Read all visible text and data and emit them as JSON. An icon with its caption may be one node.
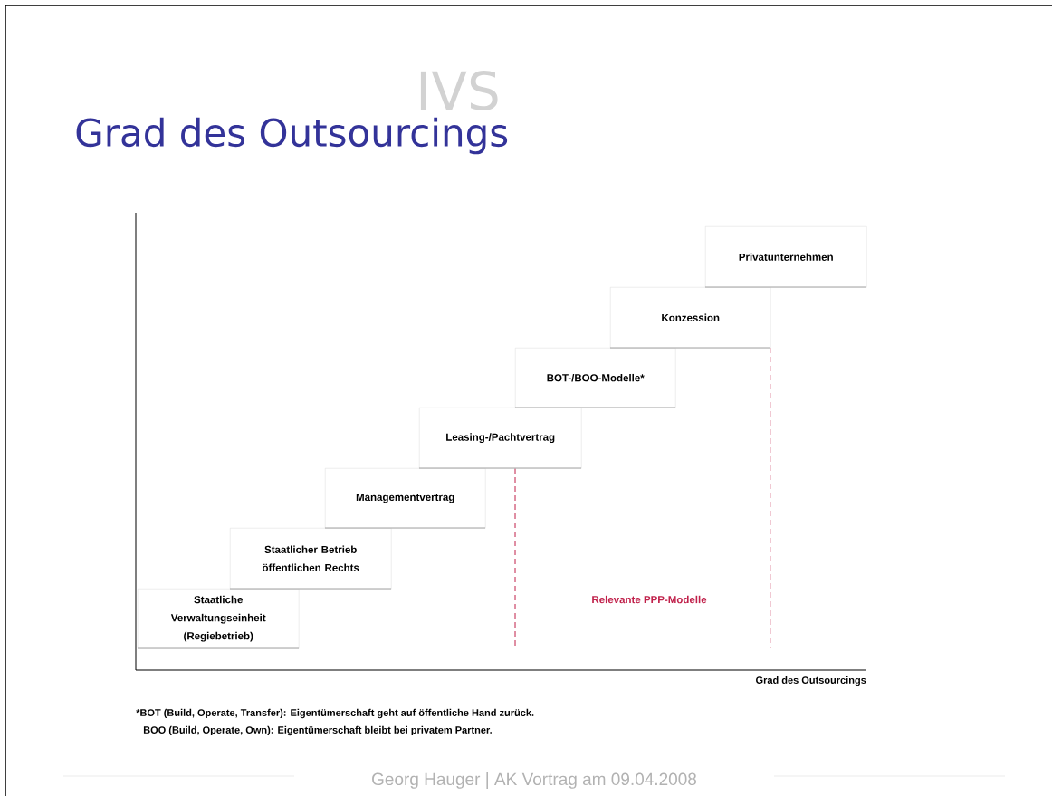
{
  "diagram": {
    "title": "Grad des Outsourcings",
    "nodes": [
      {
        "text": [
          "Staatliche Verwaltungseinheit (Regiebetrieb)"
        ]
      },
      {
        "text": [
          "Staatlicher Betrieb öffentlichen Rechts"
        ]
      },
      {
        "text": [
          "Managementvertrag"
        ]
      },
      {
        "text": [
          "Leasing-/Pachtvertrag"
        ]
      },
      {
        "text": [
          "BOT-/BOO-Modelle*"
        ]
      },
      {
        "text": [
          "Konzession"
        ]
      },
      {
        "text": [
          "Privatunternehmen"
        ]
      }
    ],
    "labels": [
      "IVS",
      "Relevante PPP-Modelle",
      "Grad des Outsourcings",
      "*BOT (Build, Operate, Transfer): Eigentümerschaft geht auf öffentliche Hand zurück.",
      "BOO (Build, Operate, Own): Eigentümerschaft bleibt bei privatem Partner.",
      "Georg Hauger | AK Vortrag am 09.04.2008"
    ]
  }
}
